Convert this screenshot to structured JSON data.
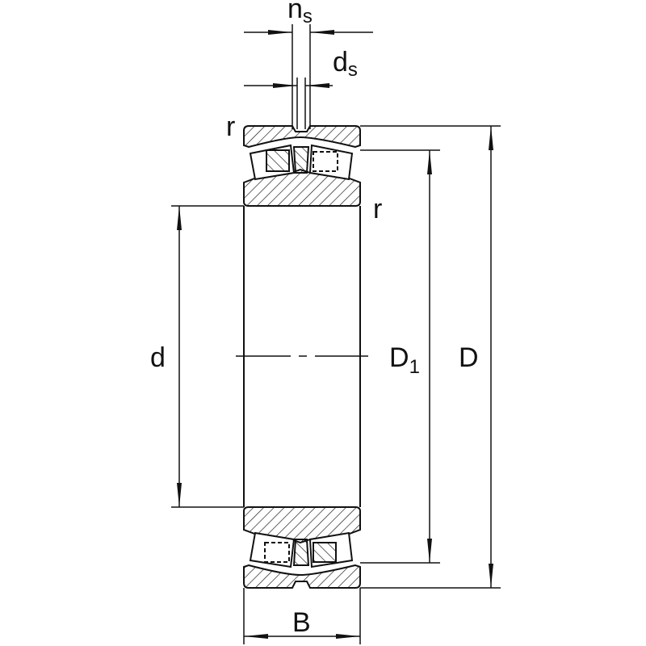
{
  "labels": {
    "n": "n",
    "n_sub": "s",
    "d_s": "d",
    "d_s_sub": "s",
    "r_top": "r",
    "r_inner": "r",
    "d": "d",
    "D1": "D",
    "D1_sub": "1",
    "D": "D",
    "B": "B"
  },
  "colors": {
    "stroke": "#111111",
    "background": "#ffffff"
  }
}
